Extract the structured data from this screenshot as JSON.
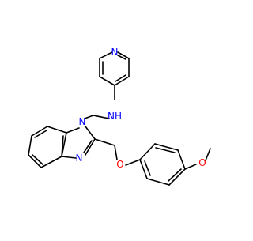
{
  "molecule": {
    "atom_labels": {
      "pyridine_n": "N",
      "amine_nh": "NH",
      "benzimidazole_n1": "N",
      "benzimidazole_n3": "N",
      "ether_o": "O",
      "methoxy_o": "O"
    },
    "colors": {
      "bond": "#000000",
      "nitrogen": "#0000ff",
      "oxygen": "#ff0000",
      "background": "#ffffff"
    }
  }
}
